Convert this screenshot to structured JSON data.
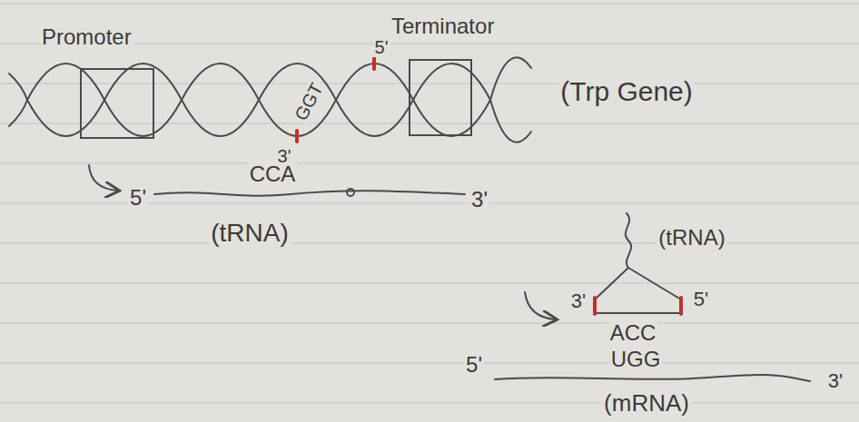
{
  "diagram": {
    "nodes": [
      {
        "text": [
          "Promoter"
        ]
      },
      {
        "text": [
          "Terminator"
        ]
      }
    ],
    "labels": [
      "5'",
      "GGT",
      "3'",
      "(Trp Gene)",
      "5'",
      "CCA",
      "3'",
      "(tRNA)",
      "(tRNA)",
      "3'",
      "5'",
      "ACC",
      "UGG",
      "5'",
      "3'",
      "(mRNA)"
    ]
  }
}
